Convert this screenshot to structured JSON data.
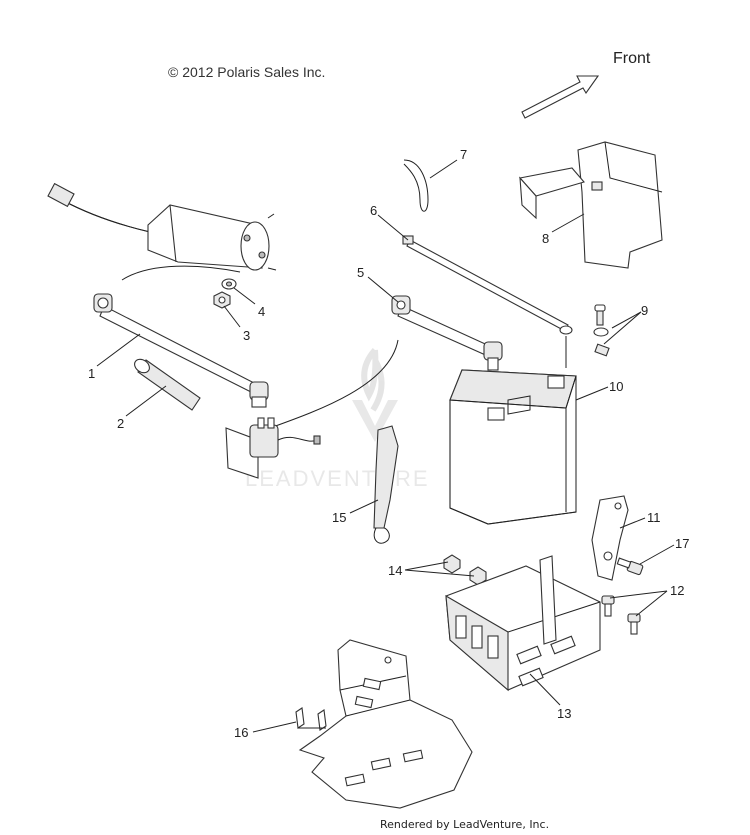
{
  "copyright": "© 2012 Polaris Sales Inc.",
  "direction_label": "Front",
  "watermark": "LEADVENTURE",
  "footer": "Rendered by LeadVenture, Inc.",
  "callouts": [
    "1",
    "2",
    "3",
    "4",
    "5",
    "6",
    "7",
    "8",
    "9",
    "10",
    "11",
    "12",
    "13",
    "14",
    "15",
    "16",
    "17"
  ]
}
